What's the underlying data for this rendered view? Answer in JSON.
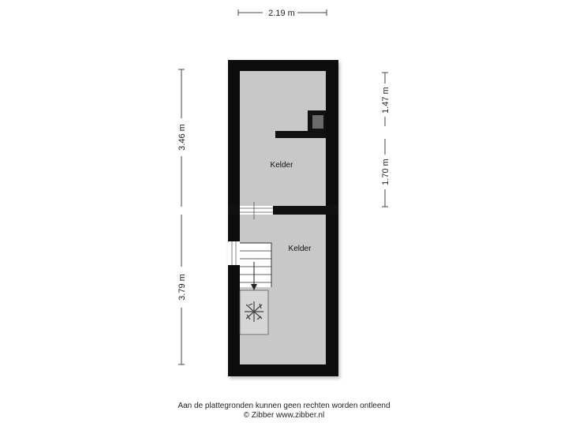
{
  "dimensions": {
    "top_width": "2.19 m",
    "left_upper": "3.46 m",
    "left_lower": "3.79 m",
    "right_upper": "1.47 m",
    "right_lower": "1.70 m"
  },
  "rooms": {
    "upper": "Kelder",
    "lower": "Kelder"
  },
  "footer": {
    "disclaimer": "Aan de plattegronden kunnen geen rechten worden ontleend",
    "copyright": "© Zibber www.zibber.nl"
  },
  "colors": {
    "wall": "#111111",
    "floor": "#c8c8c8",
    "fixture": "#d6d6d6",
    "dimension_line": "#444444"
  }
}
